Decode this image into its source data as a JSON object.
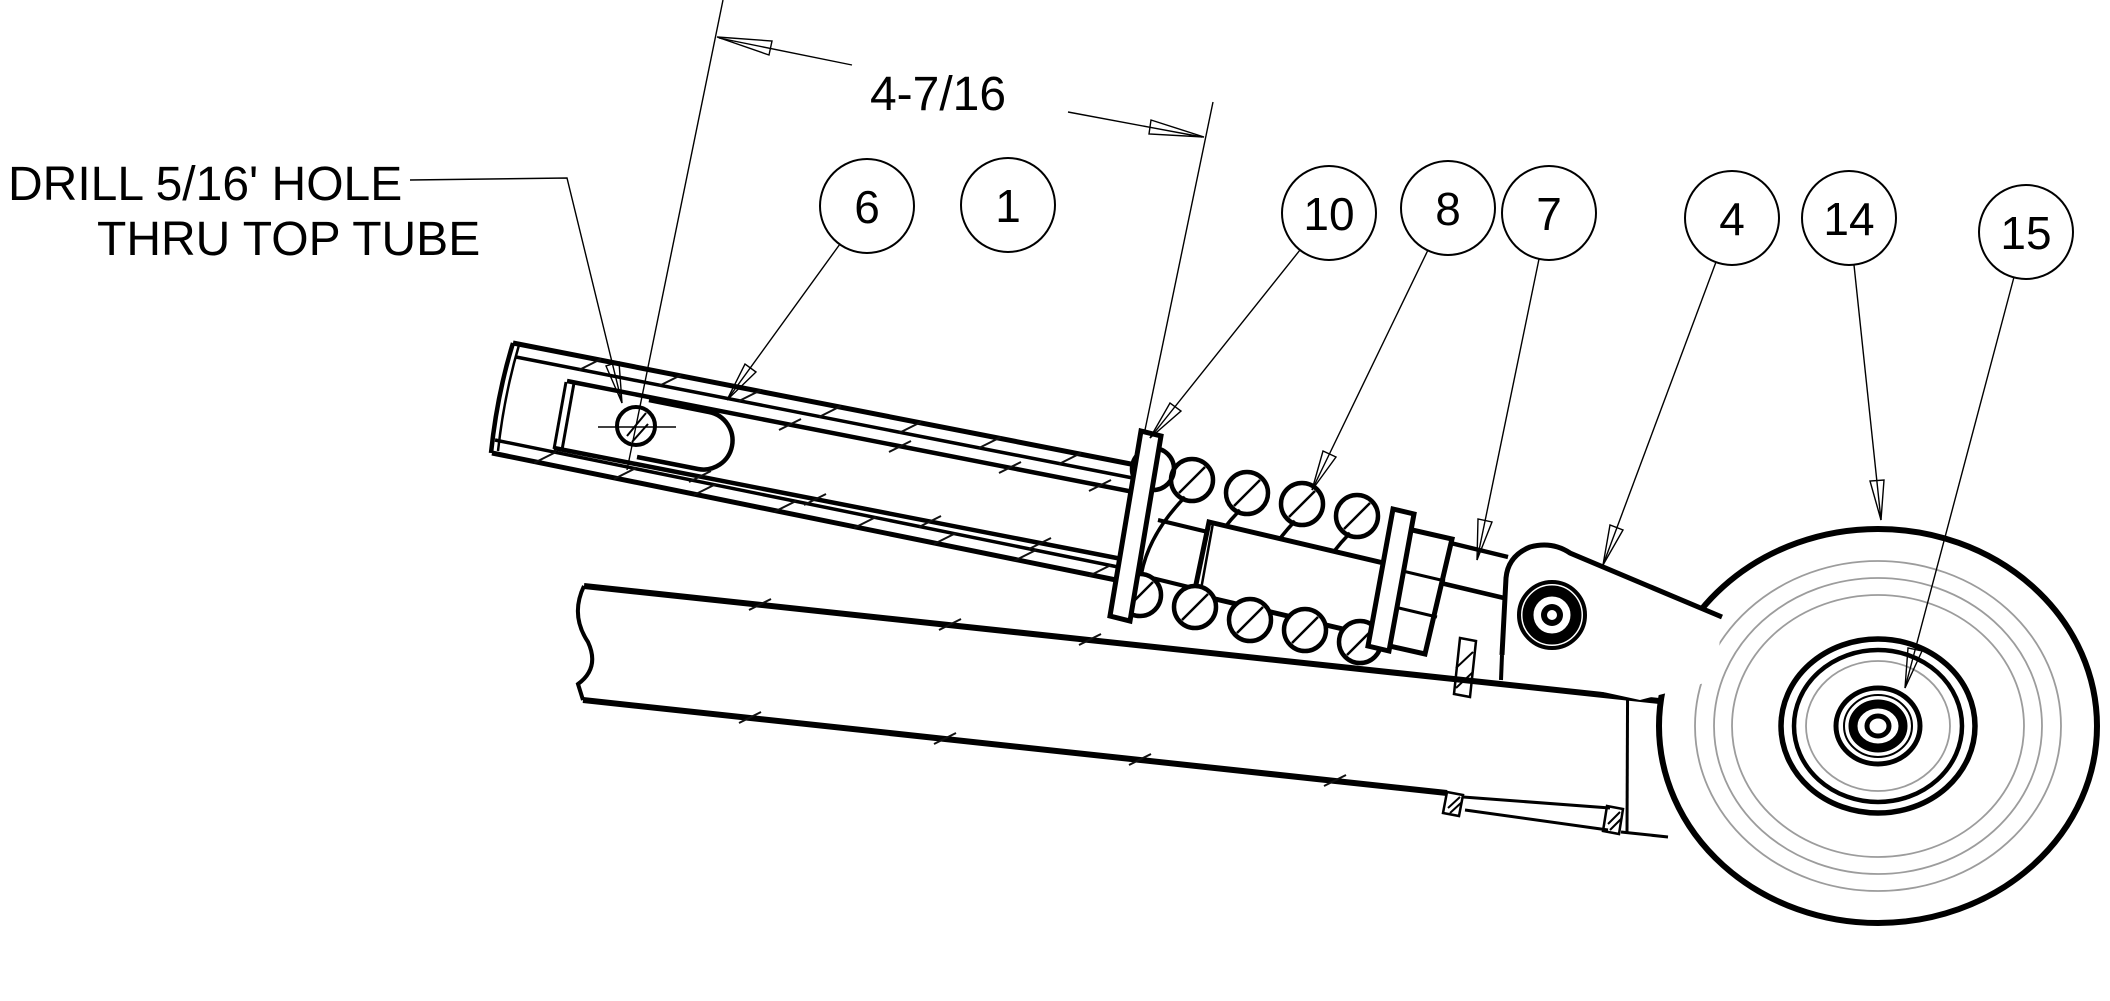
{
  "drawing": {
    "note": {
      "line1": "DRILL 5/16' HOLE",
      "line2": "THRU TOP TUBE"
    },
    "dimension": {
      "label": "4-7/16"
    },
    "balloons": [
      {
        "label": "6"
      },
      {
        "label": "1"
      },
      {
        "label": "10"
      },
      {
        "label": "8"
      },
      {
        "label": "7"
      },
      {
        "label": "4"
      },
      {
        "label": "14"
      },
      {
        "label": "15"
      }
    ],
    "colors": {
      "line": "#000000",
      "thin_gray": "#9c9c9c",
      "background": "#ffffff"
    }
  }
}
